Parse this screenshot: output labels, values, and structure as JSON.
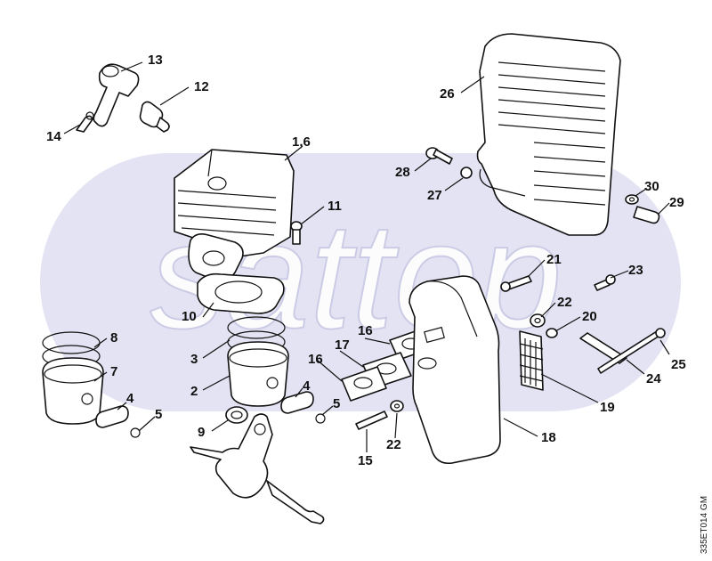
{
  "watermark": {
    "text": "sattop",
    "color": "#e3e3f3"
  },
  "reference": "335ET014 GM",
  "callouts": {
    "c13": "13",
    "c12": "12",
    "c14": "14",
    "c26": "26",
    "c16a": "1,6",
    "c11": "11",
    "c28": "28",
    "c27": "27",
    "c30": "30",
    "c29": "29",
    "c21": "21",
    "c23": "23",
    "c10": "10",
    "c22a": "22",
    "c20": "20",
    "c16b": "16",
    "c17": "17",
    "c8": "8",
    "c3": "3",
    "c16c": "16",
    "c25": "25",
    "c7": "7",
    "c24": "24",
    "c19": "19",
    "c2": "2",
    "c4a": "4",
    "c4b": "4",
    "c5a": "5",
    "c5b": "5",
    "c9": "9",
    "c22b": "22",
    "c15": "15",
    "c18": "18"
  }
}
